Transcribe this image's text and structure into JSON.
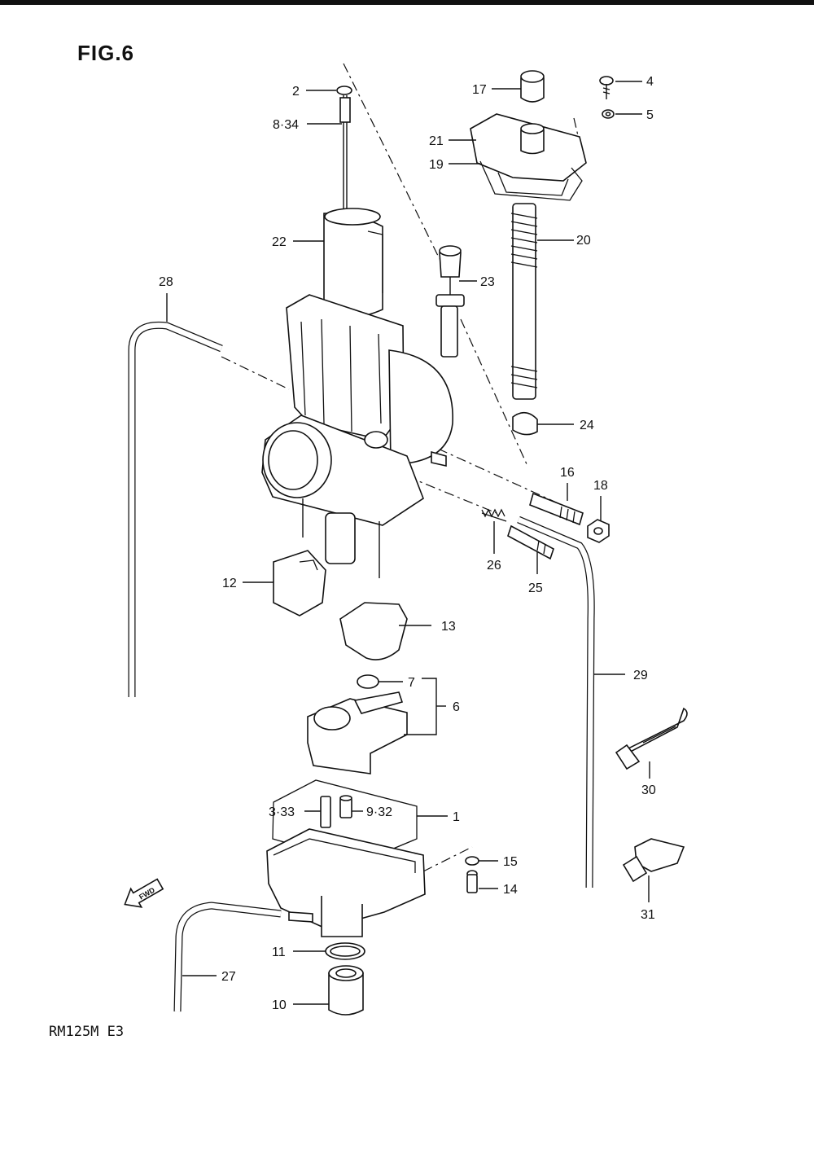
{
  "figure": {
    "title": "FIG.6"
  },
  "footer": {
    "model_code": "RM125M E3"
  },
  "fwd_arrow": {
    "label": "FWD"
  },
  "callouts": {
    "c2": "2",
    "c8_34": "8·34",
    "c17": "17",
    "c4": "4",
    "c5": "5",
    "c21": "21",
    "c19": "19",
    "c20": "20",
    "c22": "22",
    "c23": "23",
    "c28": "28",
    "c24": "24",
    "c16": "16",
    "c18": "18",
    "c26": "26",
    "c25": "25",
    "c12": "12",
    "c13": "13",
    "c29": "29",
    "c7": "7",
    "c6": "6",
    "c30": "30",
    "c3_33": "3·33",
    "c9_32": "9·32",
    "c1": "1",
    "c15": "15",
    "c14": "14",
    "c31": "31",
    "c11": "11",
    "c27": "27",
    "c10": "10"
  }
}
